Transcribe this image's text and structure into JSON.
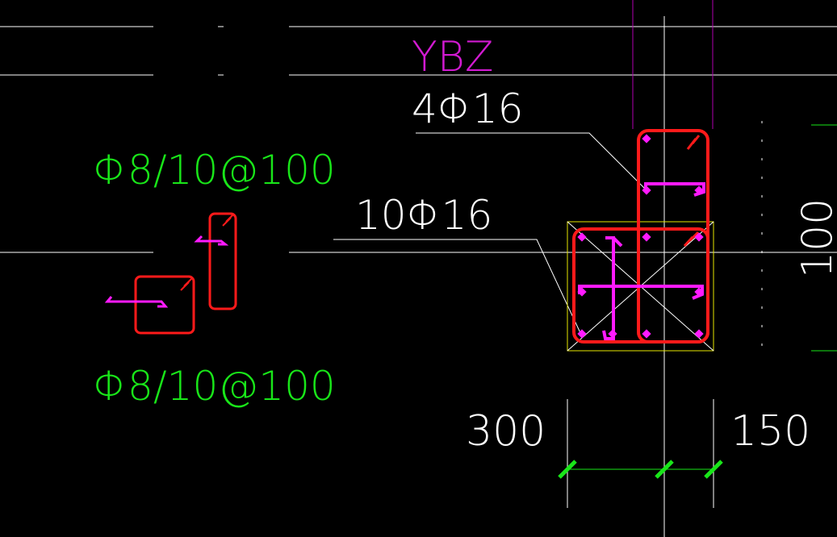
{
  "labels": {
    "column_tag": "YBZ",
    "upper_bars": "4Φ16",
    "lower_bars": "10Φ16",
    "stirrup_top": "Φ8/10@100",
    "stirrup_bottom": "Φ8/10@100",
    "dim_left": "300",
    "dim_right": "150",
    "dim_vertical": "100"
  },
  "colors": {
    "background": "#000000",
    "rebar": "#ff1a1a",
    "tie": "#ff1aff",
    "text_white": "#ffffff",
    "text_green": "#19e619",
    "text_magenta": "#d21ad2",
    "wall_line": "#b000b0",
    "outline_yellow": "#e6e600",
    "tick_green": "#19e619"
  }
}
